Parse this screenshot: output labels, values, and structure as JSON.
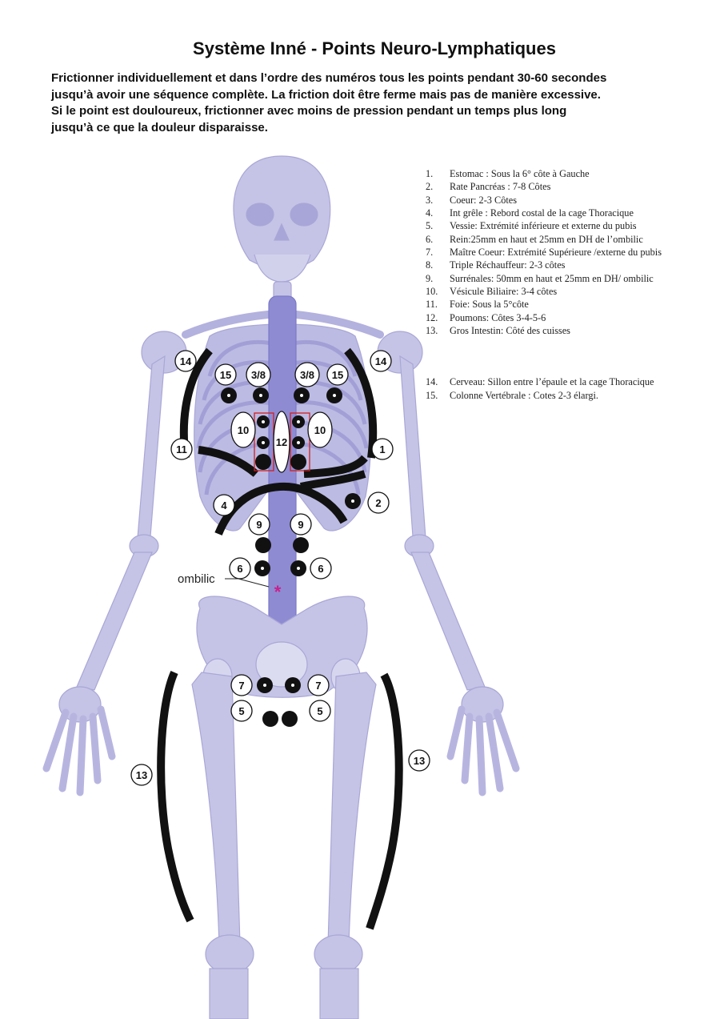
{
  "page": {
    "title": "Système Inné - Points Neuro-Lymphatiques",
    "intro": [
      "Frictionner individuellement et dans l’ordre des numéros tous les points pendant 30-60 secondes",
      "jusqu’à avoir une séquence complète. La friction doit être ferme mais pas de manière excessive.",
      "Si le point est douloureux, frictionner avec moins de pression pendant un temps plus long",
      "jusqu’à ce que la douleur disparaisse."
    ]
  },
  "legend": [
    {
      "num": "1.",
      "text": "Estomac : Sous la 6° côte à Gauche"
    },
    {
      "num": "2.",
      "text": "Rate Pancréas : 7-8 Côtes"
    },
    {
      "num": "3.",
      "text": "Coeur: 2-3 Côtes"
    },
    {
      "num": "4.",
      "text": "Int grêle : Rebord costal de la cage Thoracique"
    },
    {
      "num": "5.",
      "text": "Vessie: Extrémité inférieure et externe du pubis"
    },
    {
      "num": "6.",
      "text": "Rein:25mm en haut et 25mm en DH de l’ombilic"
    },
    {
      "num": "7.",
      "text": "Maître Coeur: Extrémité Supérieure /externe du pubis"
    },
    {
      "num": "8.",
      "text": "Triple Réchauffeur: 2-3 côtes"
    },
    {
      "num": "9.",
      "text": "Surrénales: 50mm en haut et 25mm en DH/ ombilic"
    },
    {
      "num": "10.",
      "text": "Vésicule Biliaire: 3-4 côtes"
    },
    {
      "num": "11.",
      "text": "Foie: Sous la 5°côte"
    },
    {
      "num": "12.",
      "text": "Poumons: Côtes 3-4-5-6"
    },
    {
      "num": "13.",
      "text": "Gros Intestin: Côté des cuisses"
    },
    {
      "num": "14.",
      "text": "Cerveau: Sillon entre l’épaule et la cage Thoracique"
    },
    {
      "num": "15.",
      "text": "Colonne Vertébrale : Cotes 2-3 élargi."
    }
  ],
  "labels": {
    "l14": "14",
    "r14": "14",
    "l15": "15",
    "r15": "15",
    "l38": "3/8",
    "r38": "3/8",
    "l10": "10",
    "r10": "10",
    "c12": "12",
    "l11": "11",
    "r1": "1",
    "l4": "4",
    "r2": "2",
    "l9": "9",
    "r9": "9",
    "l6": "6",
    "r6": "6",
    "l7": "7",
    "r7": "7",
    "l5": "5",
    "r5": "5",
    "l13": "13",
    "r13": "13",
    "ombilic": "ombilic",
    "star": "*"
  },
  "colors": {
    "bone": "#c5c4e6",
    "bone_edge": "#a9a7d6",
    "bone_dark": "#8f8ccc",
    "spine": "#8e8bd3",
    "marker": "#111111",
    "highlight_box": "#d02020",
    "star": "#c8208c"
  }
}
